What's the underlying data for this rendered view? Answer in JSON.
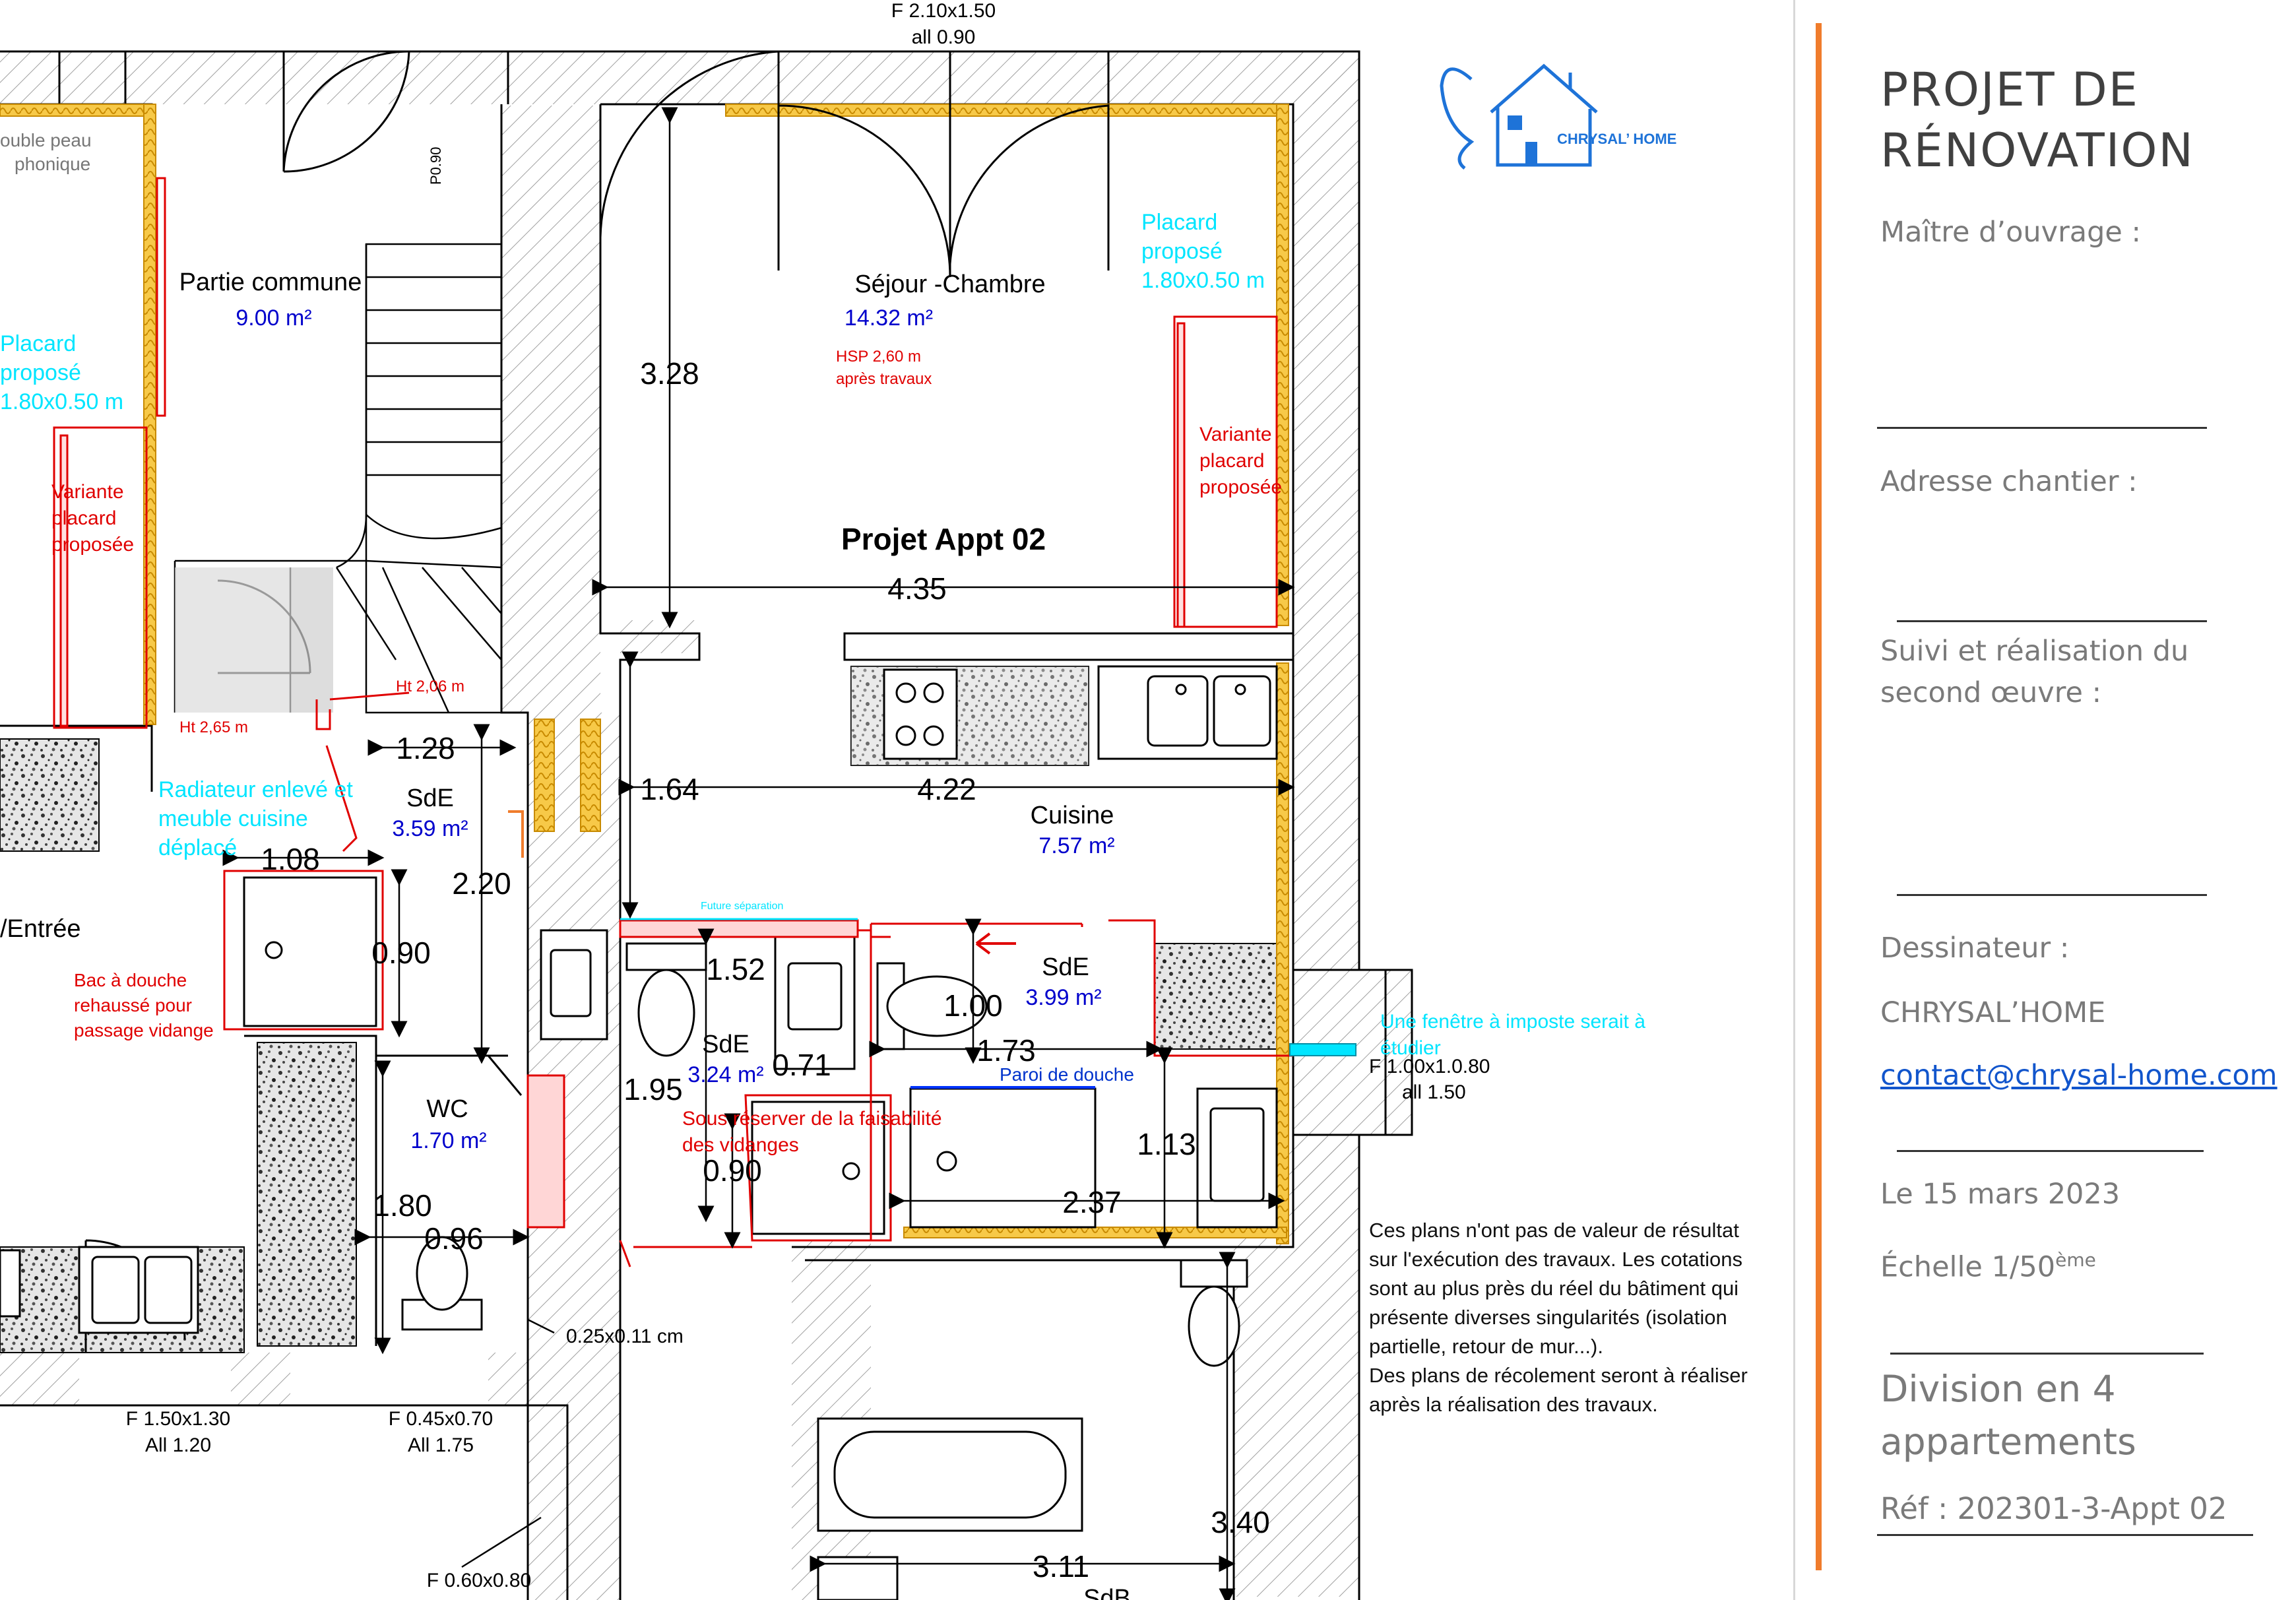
{
  "colors": {
    "insulation": "#f7c948",
    "red": "#e00000",
    "cyan": "#00e5ff",
    "blue": "#0000cc",
    "accent": "#f07c2c",
    "hatch": "#9a9a9a",
    "logo": "#1e73d8"
  },
  "logo": {
    "icon": "house-butterfly-icon",
    "text": "CHRYSAL’ HOME"
  },
  "plan": {
    "title": "Projet Appt 02",
    "top_window": {
      "line1": "F 2.10x1.50",
      "line2": "all 0.90"
    },
    "p090": "P0.90",
    "rooms": {
      "partie_commune": {
        "name": "Partie commune",
        "area": "9.00 m²"
      },
      "sejour": {
        "name": "Séjour -Chambre",
        "area": "14.32 m²",
        "hsp1": "HSP 2,60 m",
        "hsp2": "après travaux"
      },
      "cuisine": {
        "name": "Cuisine",
        "area": "7.57 m²"
      },
      "sde1": {
        "name": "SdE",
        "area": "3.59 m²"
      },
      "sde2": {
        "name": "SdE",
        "area": "3.24 m²"
      },
      "sde3": {
        "name": "SdE",
        "area": "3.99 m²"
      },
      "wc": {
        "name": "WC",
        "area": "1.70 m²"
      },
      "entree": {
        "name": "/Entrée"
      },
      "sdb": {
        "name": "SdB"
      }
    },
    "dimensions": {
      "d328": "3.28",
      "d435": "4.35",
      "d164": "1.64",
      "d422": "4.22",
      "d128": "1.28",
      "d108": "1.08",
      "d220": "2.20",
      "d090a": "0.90",
      "d152": "1.52",
      "d100": "1.00",
      "d173": "1.73",
      "d071": "0.71",
      "d195": "1.95",
      "d090b": "0.90",
      "d113": "1.13",
      "d237": "2.37",
      "d180": "1.80",
      "d096": "0.96",
      "d340": "3.40",
      "d311": "3.11",
      "d025": "0.25x0.11 cm"
    },
    "notes": {
      "placard_left": [
        "Placard",
        "proposé",
        "1.80x0.50 m"
      ],
      "placard_right": [
        "Placard",
        "proposé",
        "1.80x0.50 m"
      ],
      "variante_left": [
        "Variante",
        "placard",
        "proposée"
      ],
      "variante_right": [
        "Variante",
        "placard",
        "proposée"
      ],
      "isolation": [
        "ouble peau",
        "phonique"
      ],
      "ht206": "Ht 2,06 m",
      "ht265": "Ht 2,65 m",
      "radiateur": [
        "Radiateur enlevé et",
        "meuble cuisine",
        "déplacé"
      ],
      "bac": [
        "Bac à douche",
        "rehaussé pour",
        "passage vidange"
      ],
      "future": "Future séparation",
      "sous_reserve": [
        "Sous réserver de la faisabilité",
        "des vidanges"
      ],
      "paroi": "Paroi de douche",
      "fenetre_imposte": [
        "Une fenêtre à imposte serait à",
        "étudier"
      ],
      "f100": [
        "F 1.00x1.0.80",
        "all 1.50"
      ],
      "f150": [
        "F 1.50x1.30",
        "All 1.20"
      ],
      "f045": [
        "F 0.45x0.70",
        "All 1.75"
      ],
      "f060": [
        "F 0.60x0.80"
      ]
    },
    "disclaimer": [
      "Ces plans n'ont pas de valeur de résultat",
      "sur l'exécution des travaux. Les cotations",
      "sont au plus près du réel du bâtiment qui",
      "présente diverses singularités (isolation",
      "partielle, retour de mur...).",
      "Des plans de récolement seront à réaliser",
      "après la réalisation des travaux."
    ]
  },
  "sidebar": {
    "title1": "PROJET DE",
    "title2": "RÉNOVATION",
    "maitre": "Maître d’ouvrage :",
    "adresse": "Adresse chantier :",
    "suivi1": "Suivi et réalisation du",
    "suivi2": "second œuvre :",
    "dessinateur": "Dessinateur :",
    "company": "CHRYSAL’HOME",
    "email": "contact@chrysal-home.com",
    "date": "Le 15 mars 2023",
    "echelle": "Échelle 1/50",
    "echelle_sup": "ème",
    "division1": "Division en 4",
    "division2": "appartements",
    "ref": "Réf : 202301-3-Appt 02"
  }
}
